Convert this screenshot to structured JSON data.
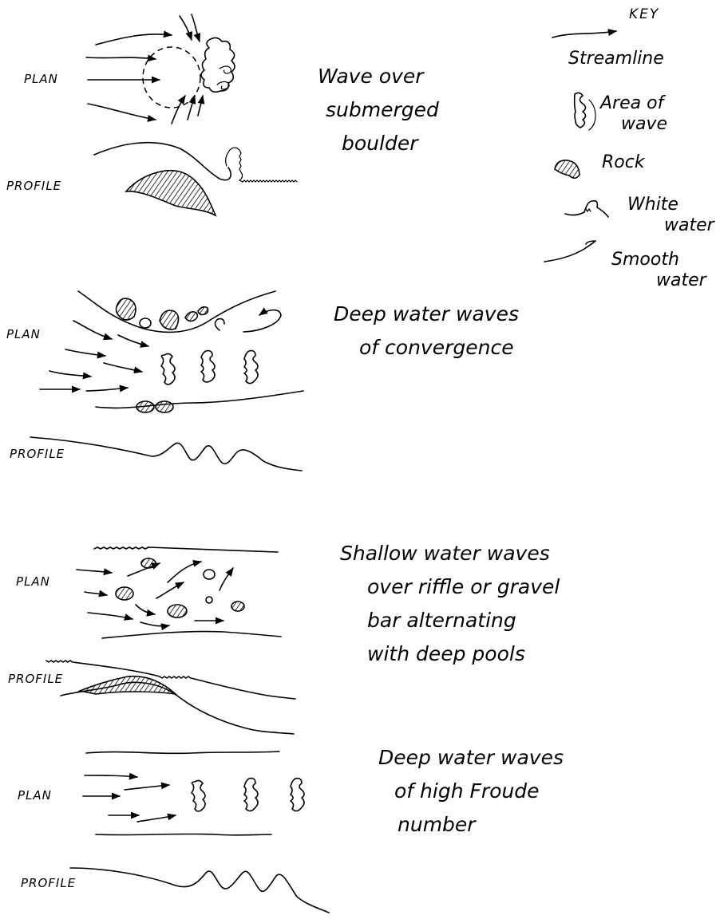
{
  "key": {
    "title": "KEY",
    "streamline": "Streamline",
    "area_of_wave_1": "Area of",
    "area_of_wave_2": "wave",
    "rock": "Rock",
    "white_water_1": "White",
    "white_water_2": "water",
    "smooth_water_1": "Smooth",
    "smooth_water_2": "water"
  },
  "panels": [
    {
      "plan_label": "PLAN",
      "profile_label": "PROFILE",
      "caption": [
        "Wave over",
        "submerged",
        "boulder"
      ]
    },
    {
      "plan_label": "PLAN",
      "profile_label": "PROFILE",
      "caption": [
        "Deep water waves",
        "of convergence"
      ]
    },
    {
      "plan_label": "PLAN",
      "profile_label": "PROFILE",
      "caption": [
        "Shallow water waves",
        "over riffle or gravel",
        "bar alternating",
        "with deep pools"
      ]
    },
    {
      "plan_label": "PLAN",
      "profile_label": "PROFILE",
      "caption": [
        "Deep water waves",
        "of high Froude",
        "number"
      ]
    }
  ],
  "colors": {
    "ink": "#000000",
    "paper": "#ffffff"
  }
}
